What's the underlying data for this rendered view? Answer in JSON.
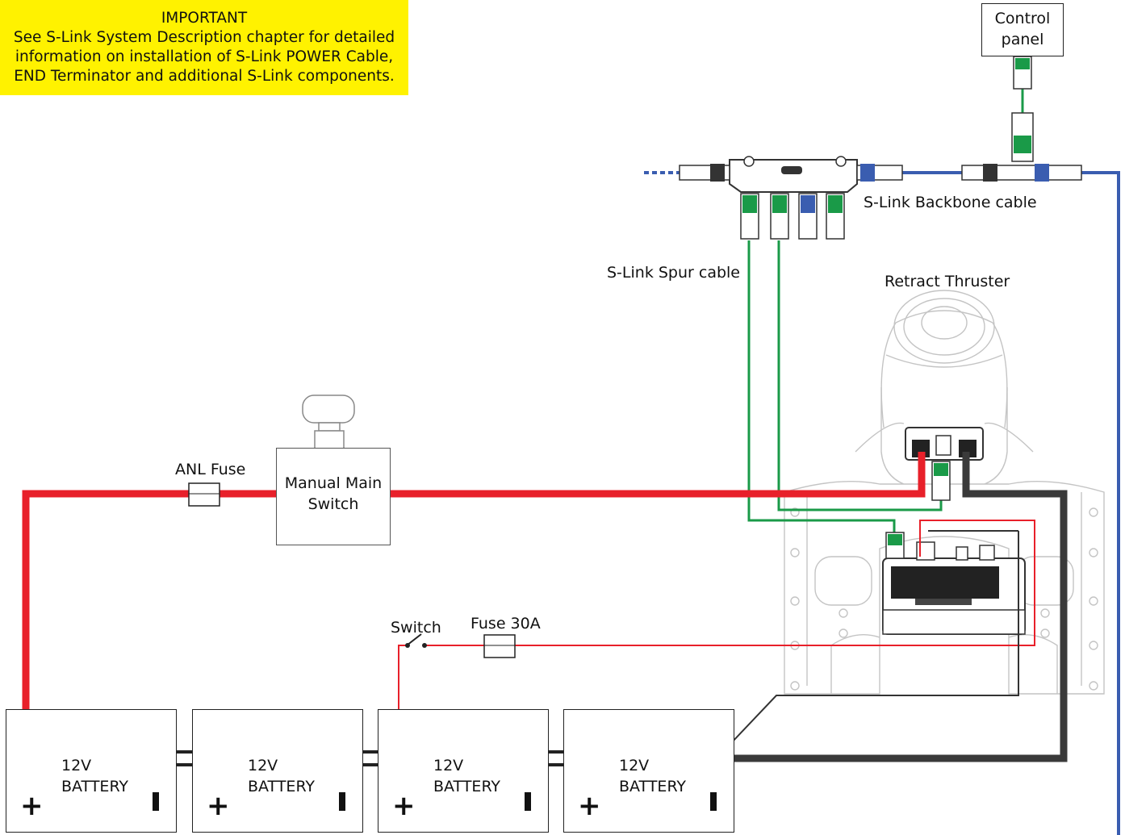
{
  "important_note": {
    "heading": "IMPORTANT",
    "line1": "See S-Link System Description chapter for detailed",
    "line2": "information on installation of S-Link  POWER Cable,",
    "line3": "END Terminator and additional S-Link components."
  },
  "control_panel": {
    "line1": "Control",
    "line2": "panel"
  },
  "labels": {
    "backbone_cable": "S-Link Backbone cable",
    "spur_cable": "S-Link Spur cable",
    "retract_thruster": "Retract Thruster",
    "anl_fuse": "ANL Fuse",
    "switch": "Switch",
    "fuse_30a": "Fuse 30A"
  },
  "main_switch": {
    "line1": "Manual Main",
    "line2": "Switch"
  },
  "batteries": [
    {
      "voltage": "12V",
      "label": "BATTERY",
      "plus": "+"
    },
    {
      "voltage": "12V",
      "label": "BATTERY",
      "plus": "+"
    },
    {
      "voltage": "12V",
      "label": "BATTERY",
      "plus": "+"
    },
    {
      "voltage": "12V",
      "label": "BATTERY",
      "plus": "+"
    }
  ],
  "colors": {
    "positive_cable": "#e8202a",
    "negative_cable": "#3a3a3a",
    "spur_cable": "#1a9a48",
    "backbone_cable": "#3a5db0",
    "important_bg": "#fff200",
    "thruster_outline": "#bbbbbb"
  }
}
